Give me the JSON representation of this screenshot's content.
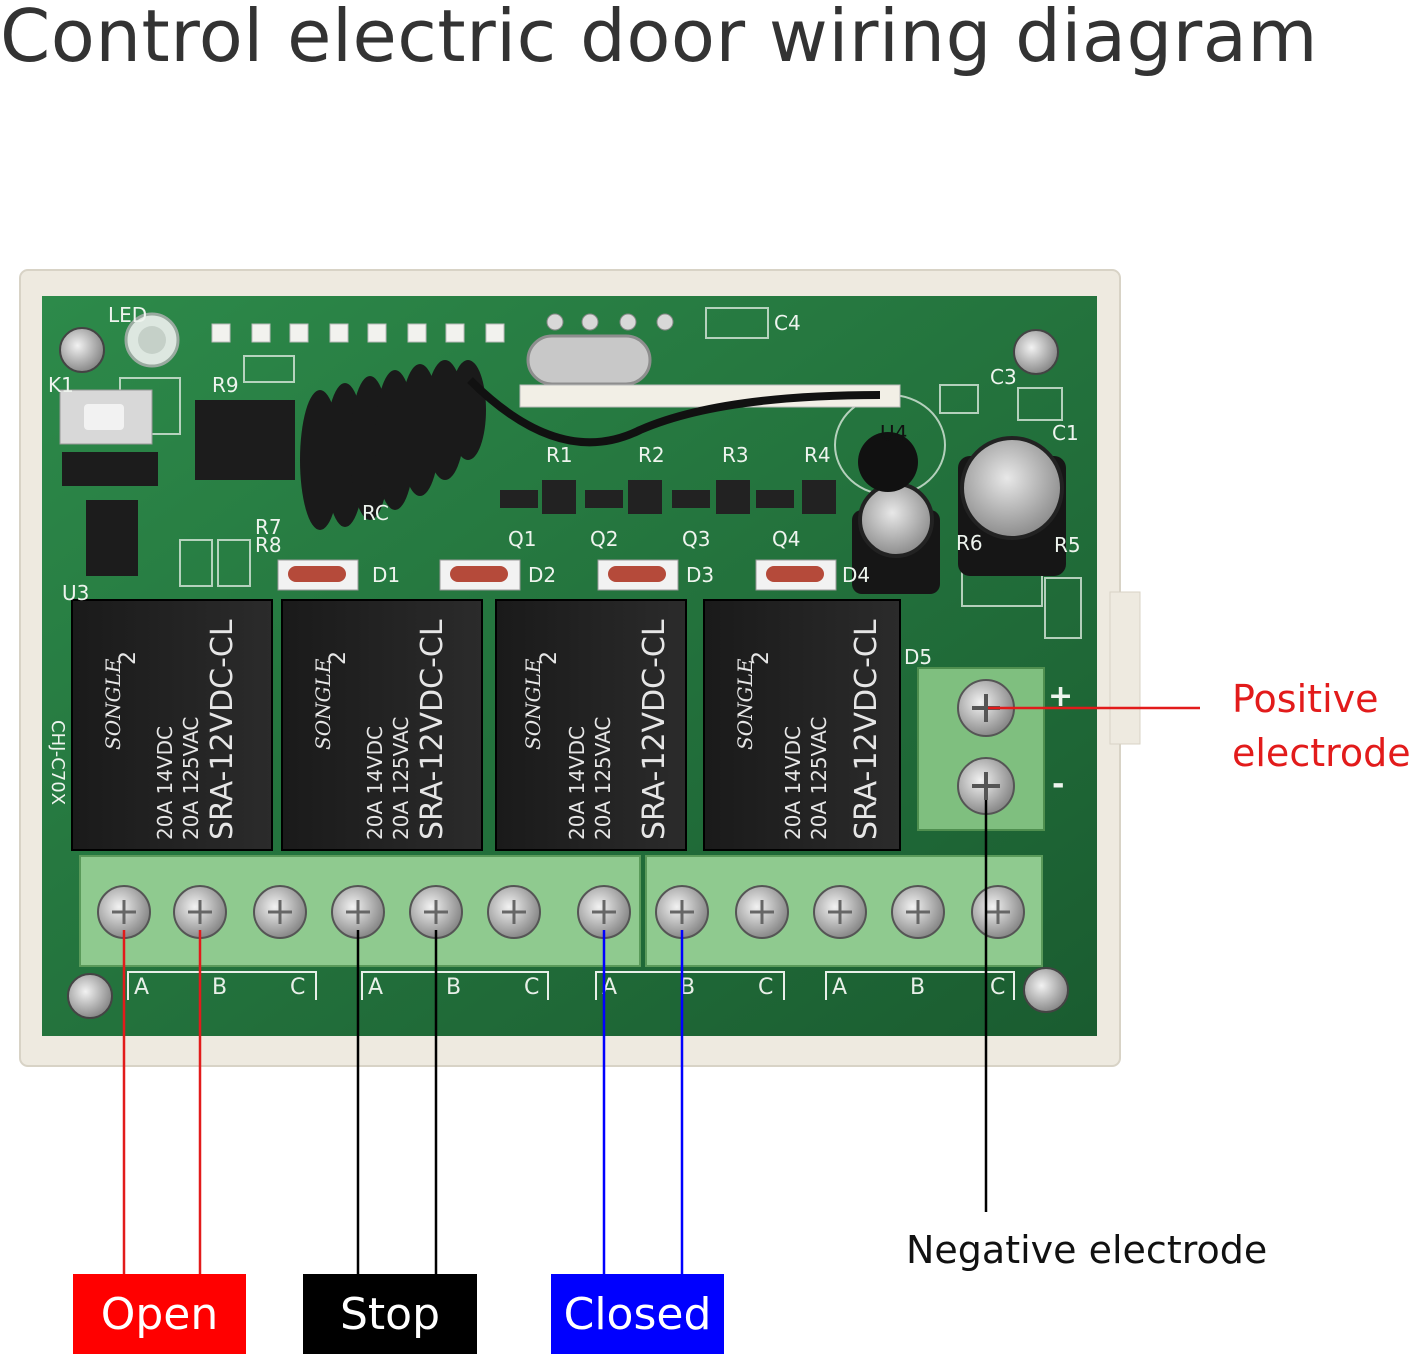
{
  "title": "Control electric door wiring diagram",
  "labels": {
    "positive_line1": "Positive",
    "positive_line2": "electrode",
    "negative": "Negative electrode",
    "open": "Open",
    "stop": "Stop",
    "closed": "Closed",
    "plus_sign": "+",
    "minus_sign": "-"
  },
  "board": {
    "model": "CHJ-C70X",
    "led": "LED",
    "k1": "K1",
    "rc": "RC",
    "r9": "R9",
    "r7": "R7",
    "r8": "R8",
    "u3": "U3",
    "u4": "U4",
    "c1": "C1",
    "c3": "C3",
    "c4": "C4",
    "d5": "D5",
    "r5": "R5",
    "r6": "R6",
    "resistors": [
      "R1",
      "R2",
      "R3",
      "R4"
    ],
    "transistors": [
      "Q1",
      "Q2",
      "Q3",
      "Q4"
    ],
    "diodes": [
      "D1",
      "D2",
      "D3",
      "D4"
    ],
    "relay_brand": "SONGLE",
    "relay_model": "SRA-12VDC-CL",
    "relay_rating1": "20A 14VDC",
    "relay_rating2": "20A 125VAC",
    "relay_num": "2",
    "terminal_letters": [
      "A",
      "B",
      "C"
    ]
  },
  "colors": {
    "positive": "#e21b1b",
    "open": "#ff0000",
    "stop": "#000000",
    "closed": "#0000ff",
    "pcb": "#1f6e3a",
    "terminal": "#7fbf7f"
  }
}
